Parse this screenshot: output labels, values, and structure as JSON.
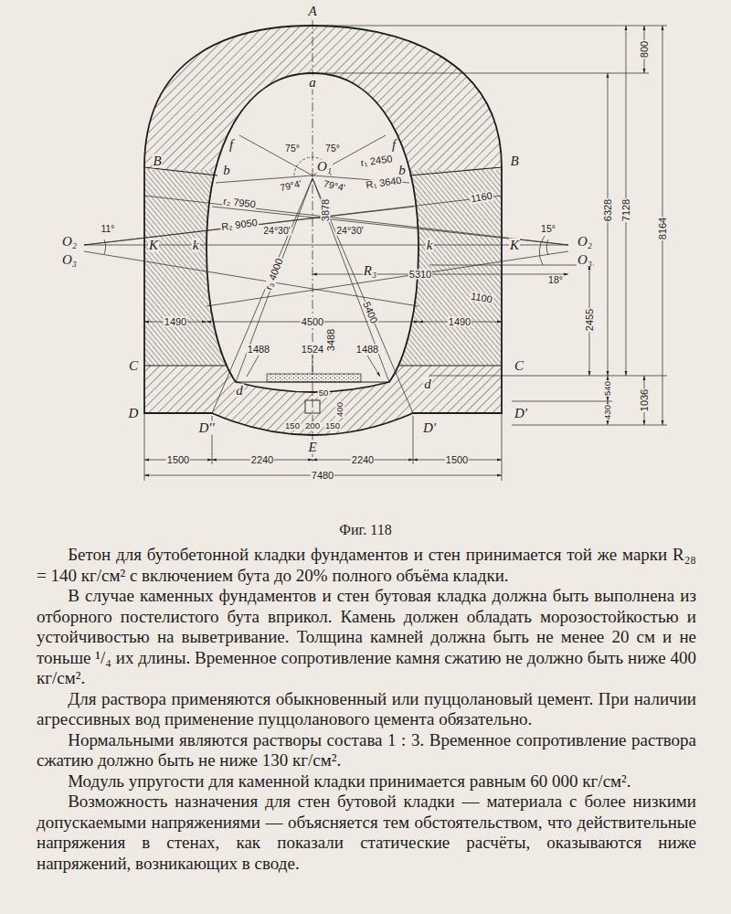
{
  "diagram": {
    "caption": "Фиг. 118",
    "labels": [
      "A",
      "a",
      "800",
      "7128",
      "8164",
      "6328",
      "75°",
      "75°",
      "f",
      "f",
      "O₁",
      "r₁ 2450",
      "79°4'",
      "79°4'",
      "R₁ 3640",
      "B",
      "B",
      "b",
      "b",
      "r₂ 7950",
      "R₂ 9050",
      "1160",
      "11°",
      "15°",
      "O₂",
      "O₃",
      "O₂",
      "O₃",
      "K",
      "k",
      "k",
      "K",
      "24°30'",
      "24°30'",
      "3878",
      "R₃",
      "r₃ 4000",
      "5310",
      "5400",
      "18°",
      "1100",
      "3488",
      "2455",
      "1490",
      "4500",
      "1490",
      "1488",
      "1524",
      "1488",
      "C",
      "C",
      "d",
      "d",
      "50",
      "D",
      "D'",
      "D''",
      "D'",
      "150",
      "200",
      "150",
      "400",
      "540",
      "430",
      "1036",
      "1500",
      "2240",
      "2240",
      "1500",
      "E",
      "7480",
      "Бетон для бутобетонной кладки фундаментов и стен принимается той же марки R₂₈ = 140 кг/см² с включением бута до 20% полного объёма кладки.",
      "В случае каменных фундаментов и стен бутовая кладка должна быть выполнена из отборного постелистого бута вприкол. Камень должен обладать морозостойкостью и устойчивостью на выветривание. Толщина камней должна быть не менее 20 см и не тоньше ¹/₄ их длины. Временное сопротивление камня сжатию не должно быть ниже 400 кг/см².",
      "Для раствора применяются обыкновенный или пуццолановый цемент. При наличии агрессивных вод применение пуццоланового цемента обязательно.",
      "Нормальными являются растворы состава 1 : 3. Временное сопротивление раствора сжатию должно быть не ниже 130 кг/см².",
      "Модуль упругости для каменной кладки принимается равным 60 000 кг/см².",
      "Возможность назначения для стен бутовой кладки — материала с более низкими допускаемыми напряжениями — объясняется тем обстоятельством, что действительные напряжения в стенах, как показали статические расчёты, оказываются ниже напряжений, возникающих в своде."
    ]
  }
}
